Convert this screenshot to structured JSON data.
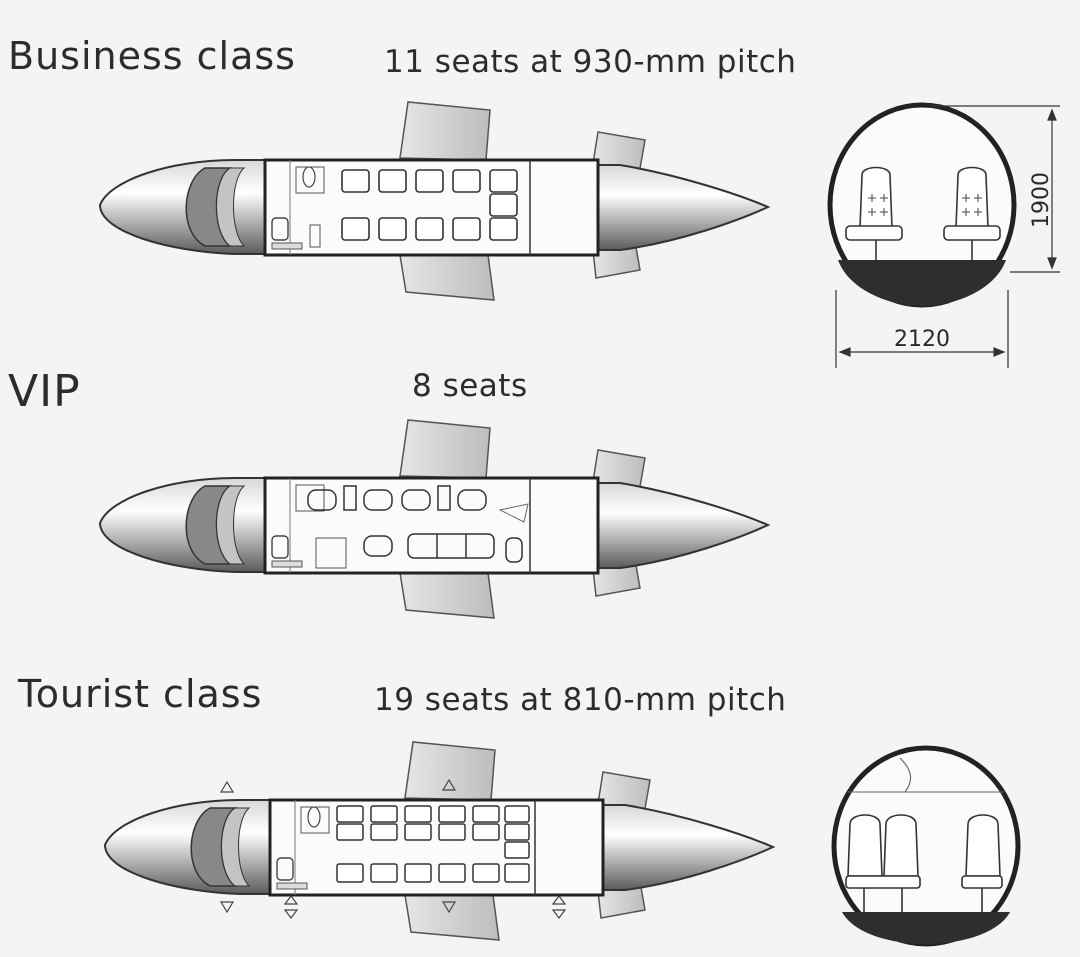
{
  "sections": [
    {
      "title": "Business class",
      "subtitle": "11 seats at 930-mm pitch"
    },
    {
      "title": "VIP",
      "subtitle": "8 seats"
    },
    {
      "title": "Tourist class",
      "subtitle": "19 seats at 810-mm pitch"
    }
  ],
  "cross_section": {
    "height_label": "1900",
    "width_label": "2120"
  }
}
